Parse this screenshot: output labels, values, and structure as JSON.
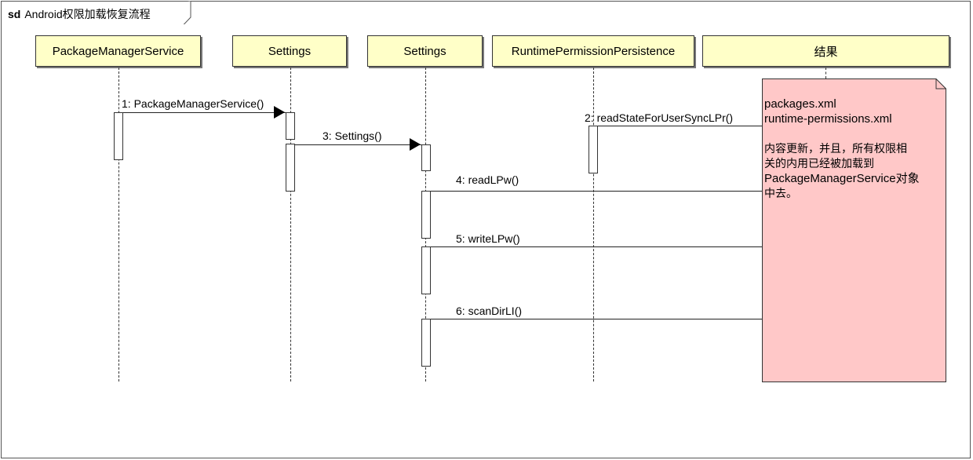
{
  "frame": {
    "keyword": "sd",
    "title": "Android权限加载恢复流程"
  },
  "lifelines": [
    {
      "name": "PackageManagerService"
    },
    {
      "name": "Settings"
    },
    {
      "name": "Settings"
    },
    {
      "name": "RuntimePermissionPersistence"
    },
    {
      "name": "结果"
    }
  ],
  "messages": [
    {
      "label": "1: PackageManagerService()"
    },
    {
      "label": "2: readStateForUserSyncLPr()"
    },
    {
      "label": "3: Settings()"
    },
    {
      "label": "4: readLPw()"
    },
    {
      "label": "5: writeLPw()"
    },
    {
      "label": "6: scanDirLI()"
    }
  ],
  "note": {
    "line1": "packages.xml",
    "line2": "runtime-permissions.xml",
    "line3": "内容更新，并且，所有权限相",
    "line4": "关的内用已经被加载到",
    "line5": "PackageManagerService对象",
    "line6": "中去。",
    "fill": "#ffc8c8",
    "border": "#333333"
  },
  "colors": {
    "lifeline_head_fill": "#ffffc8",
    "activation_fill": "#ffffff"
  }
}
